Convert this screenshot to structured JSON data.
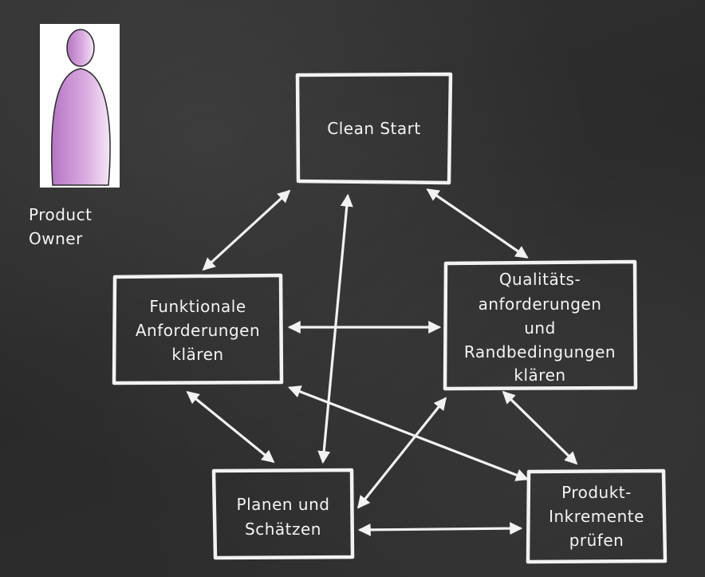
{
  "nodes": {
    "clean_start": {
      "lines": [
        "Clean Start"
      ]
    },
    "funktionale": {
      "lines": [
        "Funktionale",
        "Anforderungen",
        "klären"
      ]
    },
    "qualitaet": {
      "lines": [
        "Qualitäts-",
        "anforderungen",
        "und",
        "Randbedingungen",
        "klären"
      ]
    },
    "planen": {
      "lines": [
        "Planen und",
        "Schätzen"
      ]
    },
    "produkt": {
      "lines": [
        "Produkt-",
        "Inkremente",
        "prüfen"
      ]
    }
  },
  "actor": {
    "label_line1": "Product",
    "label_line2": "Owner",
    "color": "#c58fd0",
    "icon": "person-icon"
  },
  "colors": {
    "board": "#2b2b2b",
    "chalk": "#f2f2f2"
  }
}
